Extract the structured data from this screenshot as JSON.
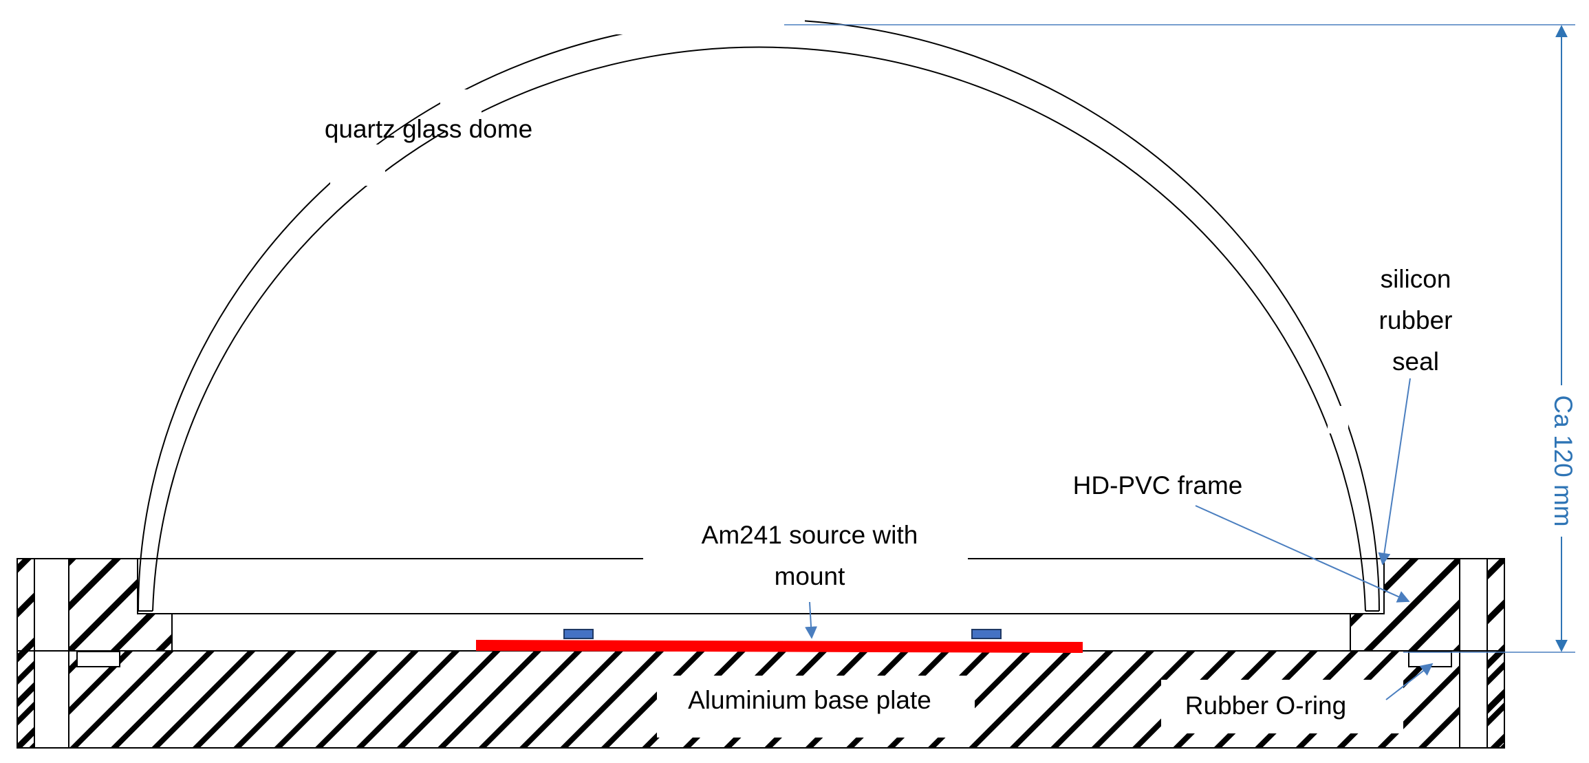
{
  "labels": {
    "dome": "quartz glass dome",
    "seal_line1": "silicon",
    "seal_line2": "rubber",
    "seal_line3": "seal",
    "frame": "HD-PVC frame",
    "source_line1": "Am241 source with",
    "source_line2": "mount",
    "base": "Aluminium base plate",
    "oring": "Rubber O-ring"
  },
  "dimension": {
    "text": "Ca 120 mm"
  },
  "colors": {
    "outline": "#000000",
    "source": "#ff0000",
    "mount": "#4472c4",
    "annotation": "#4a7ebf",
    "dimension": "#2e74b5"
  }
}
